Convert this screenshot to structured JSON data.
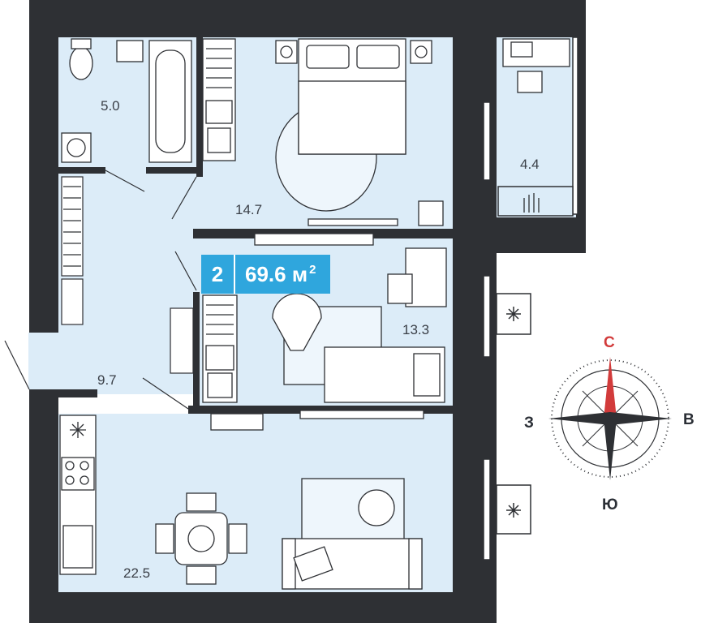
{
  "plan": {
    "badge": {
      "rooms": "2",
      "area_value": "69.6 м",
      "area_unit_sup": "2"
    },
    "rooms": [
      {
        "id": "bathroom",
        "area": "5.0"
      },
      {
        "id": "bedroom",
        "area": "14.7"
      },
      {
        "id": "balcony",
        "area": "4.4"
      },
      {
        "id": "bedroom2",
        "area": "13.3"
      },
      {
        "id": "hallway",
        "area": "9.7"
      },
      {
        "id": "living-kitchen",
        "area": "22.5"
      }
    ]
  },
  "compass": {
    "north": "С",
    "south": "Ю",
    "east": "В",
    "west": "З"
  },
  "colors": {
    "wall": "#2e3034",
    "floor": "#dcecf8",
    "accent": "#2fa6dd",
    "north_needle": "#d23b3b"
  }
}
